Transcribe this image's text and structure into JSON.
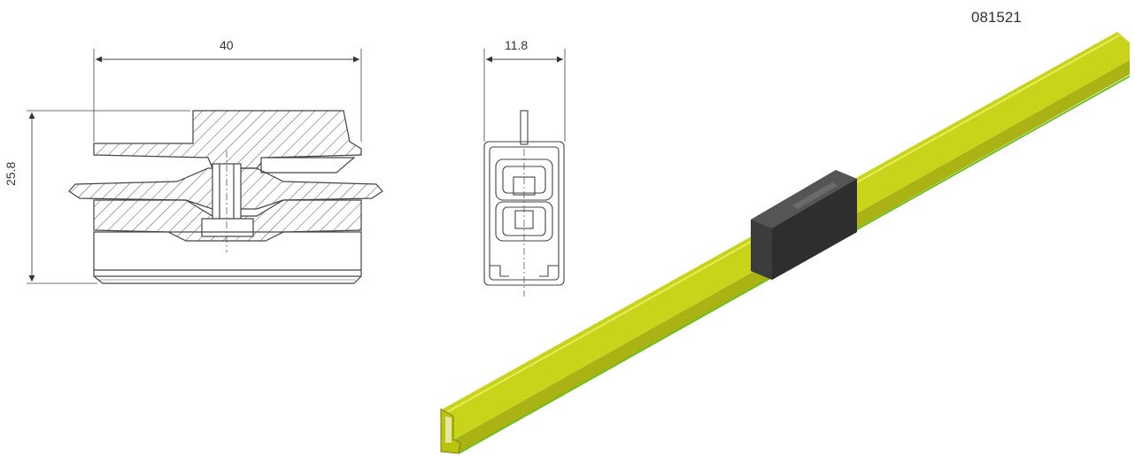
{
  "product_code": "081521",
  "dimensions": {
    "width": "40",
    "depth": "11.8",
    "height": "25.8"
  },
  "colors": {
    "rail": "#c8d41a",
    "rail_edge": "#6fbf1f",
    "connector": "#3c3c3c",
    "line": "#444444"
  },
  "icons": {
    "front_view": "section-drawing",
    "side_view": "side-drawing",
    "render": "rail-with-connector"
  }
}
